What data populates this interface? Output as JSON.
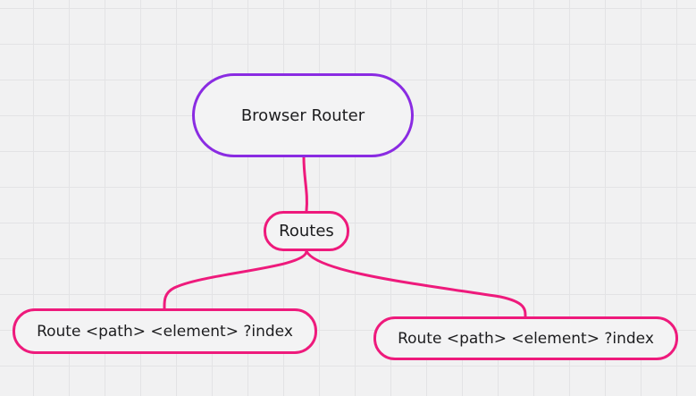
{
  "diagram": {
    "nodes": {
      "browser_router": {
        "label": "Browser Router"
      },
      "routes": {
        "label": "Routes"
      },
      "route_left": {
        "label": "Route <path> <element> ?index"
      },
      "route_right": {
        "label": "Route <path> <element> ?index"
      }
    },
    "edges": [
      {
        "from": "browser_router",
        "to": "routes"
      },
      {
        "from": "routes",
        "to": "route_left"
      },
      {
        "from": "routes",
        "to": "route_right"
      }
    ],
    "colors": {
      "root_border": "#8a2be2",
      "child_border": "#ee1a7c",
      "connector": "#ee1a7c",
      "canvas": "#f1f1f2",
      "grid": "#e3e3e5"
    }
  }
}
